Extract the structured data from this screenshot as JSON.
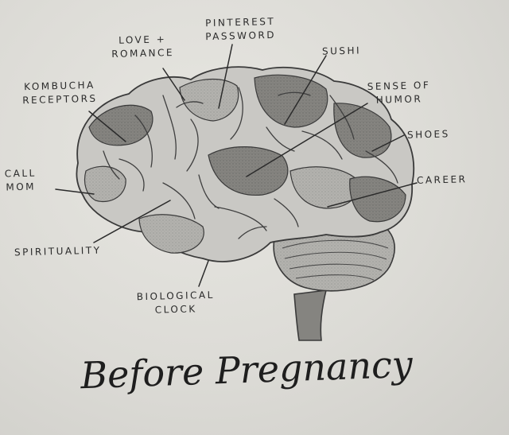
{
  "title": "Before Pregnancy",
  "labels": {
    "love": [
      "LOVE +",
      "ROMANCE"
    ],
    "pinterest": [
      "PINTEREST",
      "PASSWORD"
    ],
    "sushi": [
      "SUSHI"
    ],
    "kombucha": [
      "KOMBUCHA",
      "RECEPTORS"
    ],
    "sense_of_humor": [
      "SENSE OF",
      "HUMOR"
    ],
    "shoes": [
      "SHOES"
    ],
    "call_mom": [
      "CALL",
      "MOM"
    ],
    "career": [
      "CAREER"
    ],
    "spirituality": [
      "SPIRITUALITY"
    ],
    "biological_clock": [
      "BIOLOGICAL",
      "CLOCK"
    ]
  },
  "colors": {
    "paper": "#dcdbd6",
    "brain_light": "#c9c8c4",
    "brain_mid": "#a2a19d",
    "brain_dark": "#7c7b78",
    "outline": "#3a3a3a",
    "ink": "#2b2b2b"
  }
}
